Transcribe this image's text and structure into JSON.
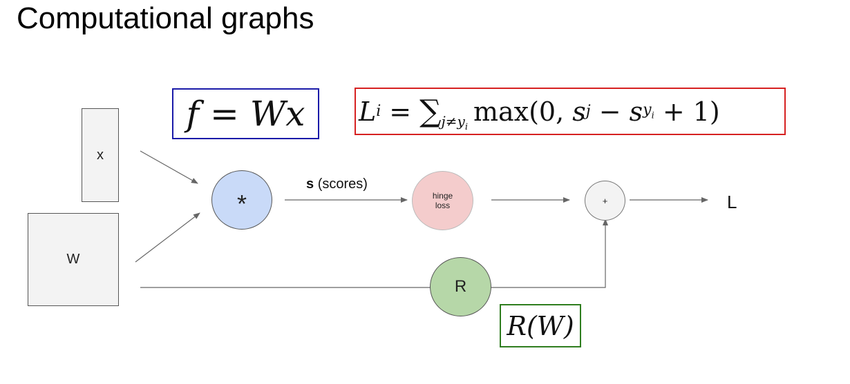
{
  "title": "Computational graphs",
  "nodes": {
    "x": "x",
    "w": "W",
    "multiply": "*",
    "hinge_line1": "hinge",
    "hinge_line2": "loss",
    "add": "+",
    "reg": "R",
    "output": "L"
  },
  "edge_labels": {
    "scores_bold": "s",
    "scores_rest": "(scores)"
  },
  "equations": {
    "f_lhs": "f",
    "f_eq": "=",
    "f_rhs": "Wx",
    "loss_lhs": "L",
    "loss_lhs_sub": "i",
    "loss_eq": "=",
    "loss_sum": "∑",
    "loss_sum_sub": "j≠y",
    "loss_sum_subsub": "i",
    "loss_max": "max(0, ",
    "loss_sj": "s",
    "loss_sj_sub": "j",
    "loss_minus": " − ",
    "loss_sy": "s",
    "loss_sy_sub": "y",
    "loss_sy_subsub": "i",
    "loss_tail": " + 1)",
    "reg_expr": "R(W)"
  },
  "colors": {
    "f_box_border": "#1a1aa8",
    "loss_box_border": "#d62020",
    "reg_box_border": "#2e7d1e",
    "multiply_fill": "#c9daf8",
    "hinge_fill": "#f4cccc",
    "add_fill": "#f3f3f3",
    "reg_fill": "#b6d7a8",
    "arrow": "#666666"
  }
}
